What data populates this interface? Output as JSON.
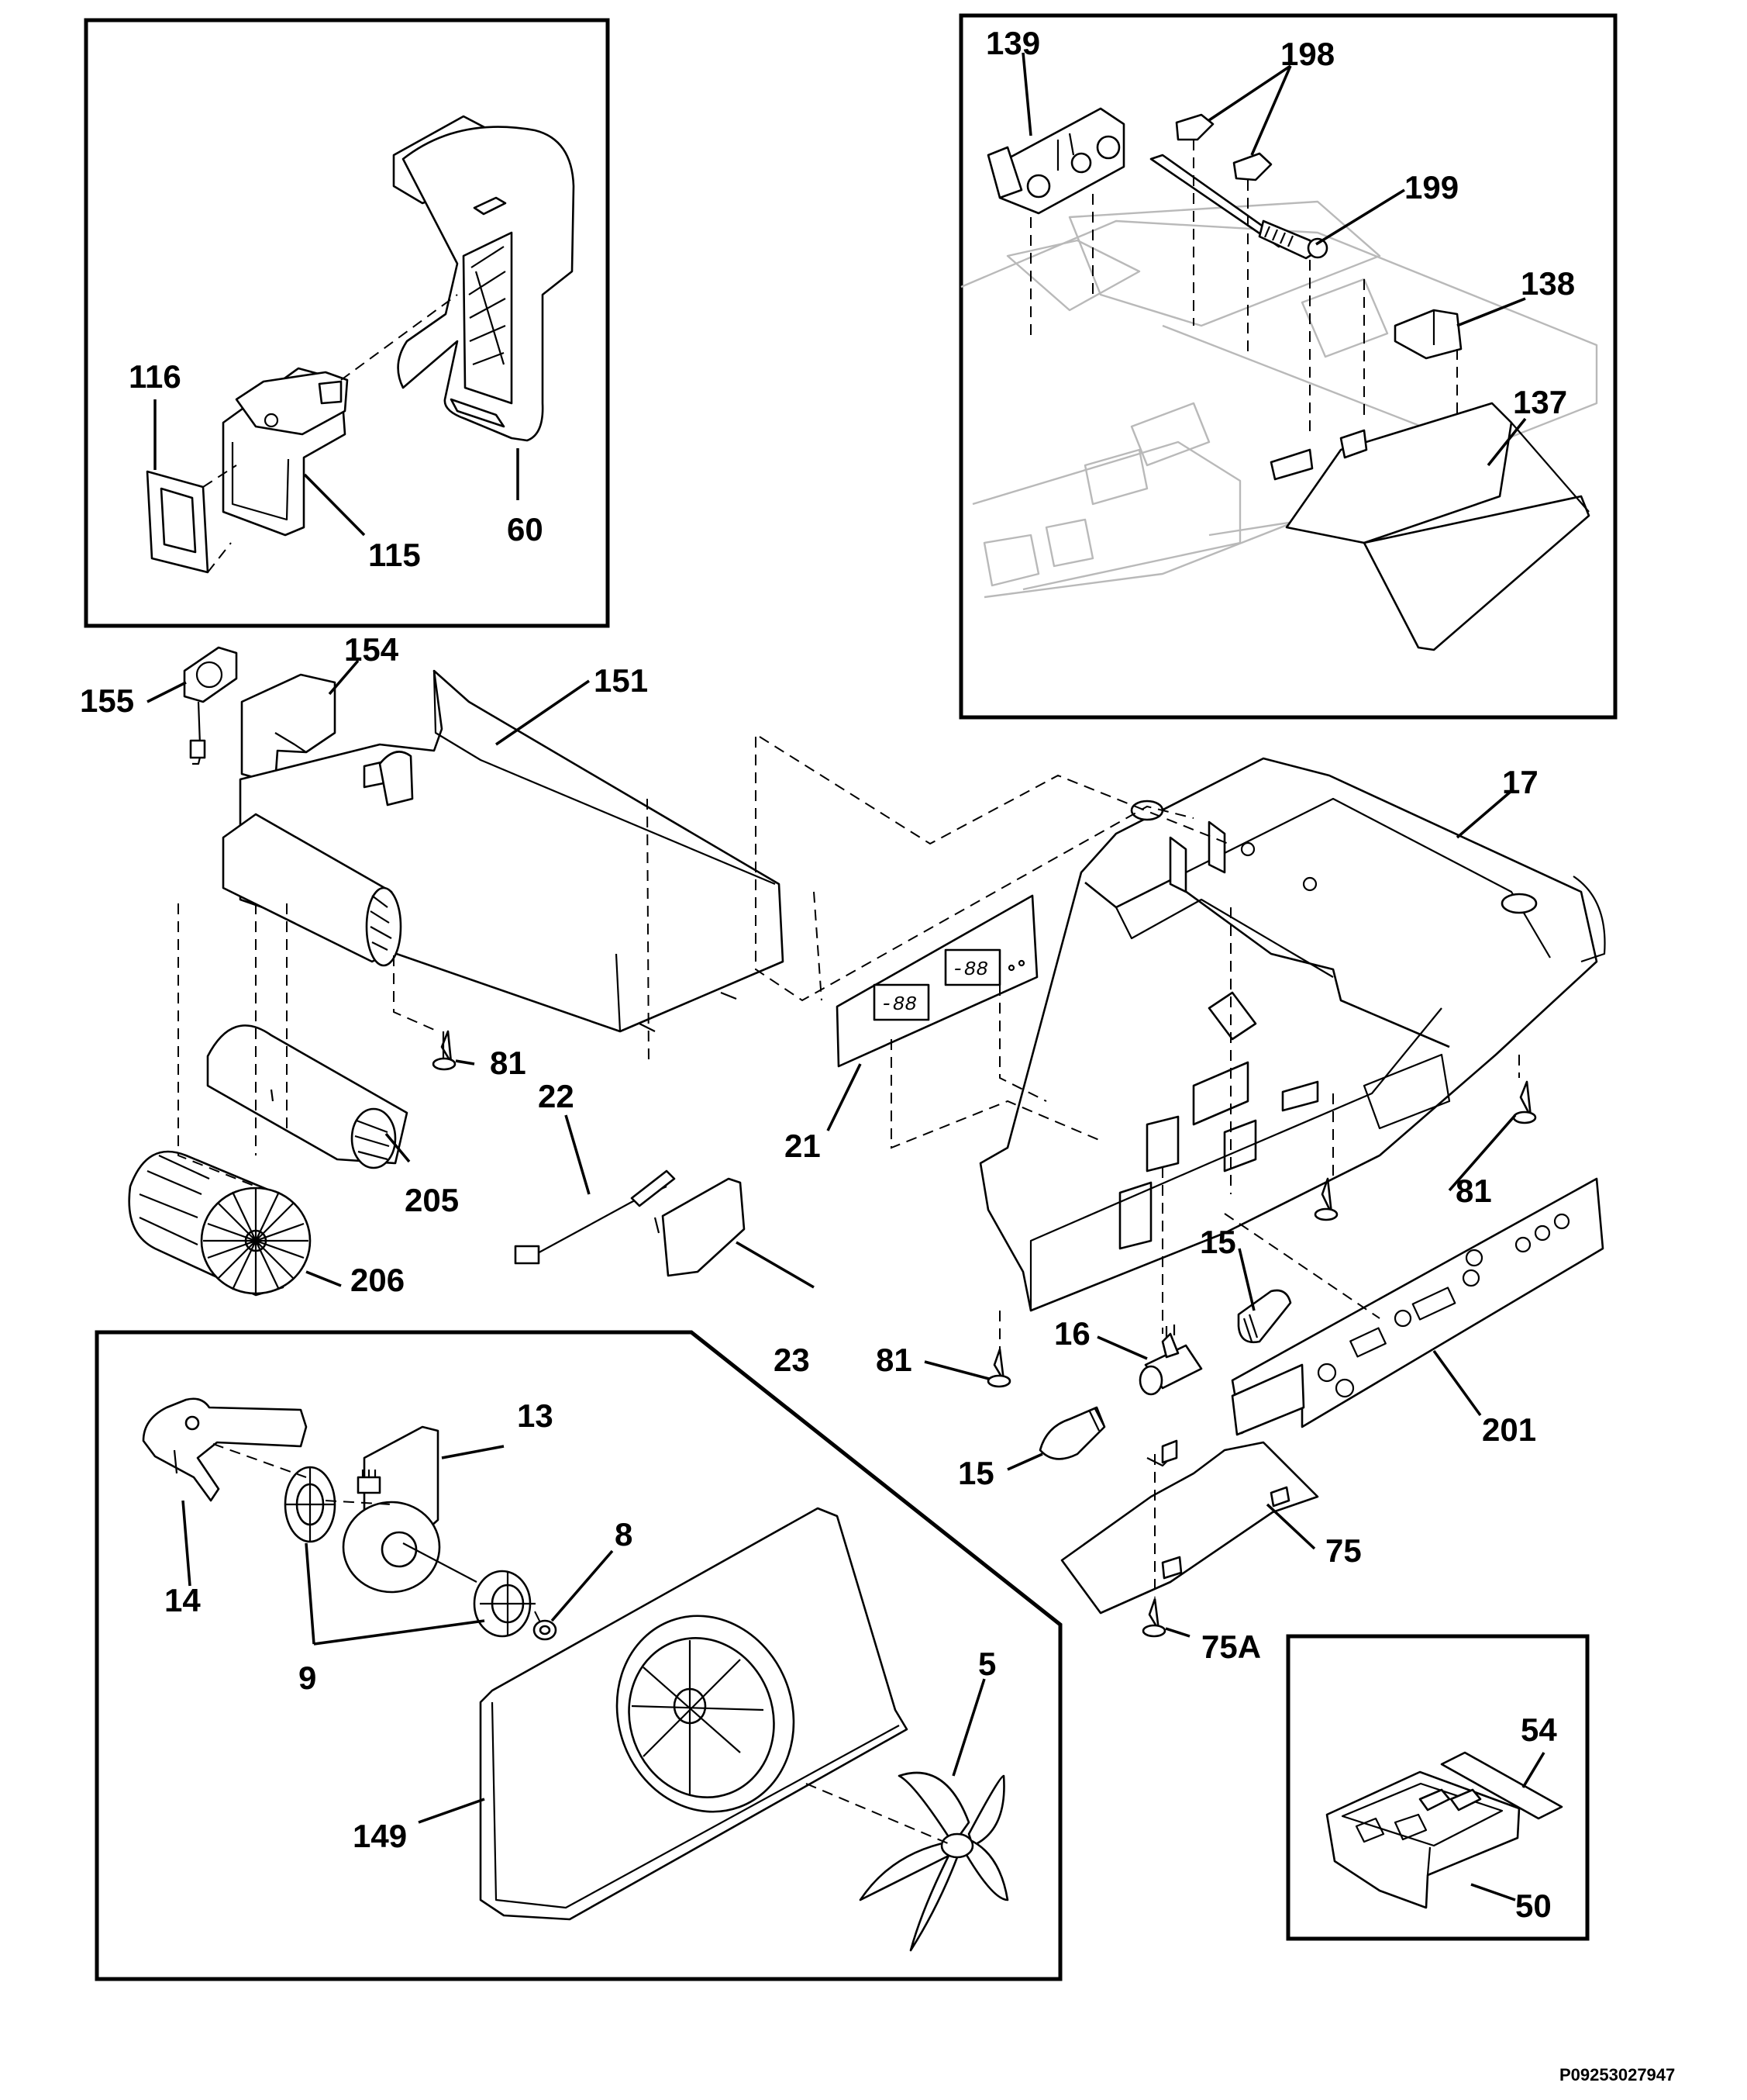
{
  "diagram": {
    "callouts": {
      "c116": "116",
      "c115": "115",
      "c60": "60",
      "c139": "139",
      "c198": "198",
      "c199": "199",
      "c138": "138",
      "c137": "137",
      "c155": "155",
      "c154": "154",
      "c151": "151",
      "c17": "17",
      "c81a": "81",
      "c22": "22",
      "c21": "21",
      "c205": "205",
      "c206": "206",
      "c23": "23",
      "c81b": "81",
      "c81c": "81",
      "c15a": "15",
      "c16": "16",
      "c15b": "15",
      "c201": "201",
      "c13": "13",
      "c8": "8",
      "c14": "14",
      "c9": "9",
      "c5": "5",
      "c149": "149",
      "c75": "75",
      "c75a": "75A",
      "c54": "54",
      "c50": "50"
    },
    "display_readout": "-88",
    "catalog_number": "P09253027947"
  }
}
